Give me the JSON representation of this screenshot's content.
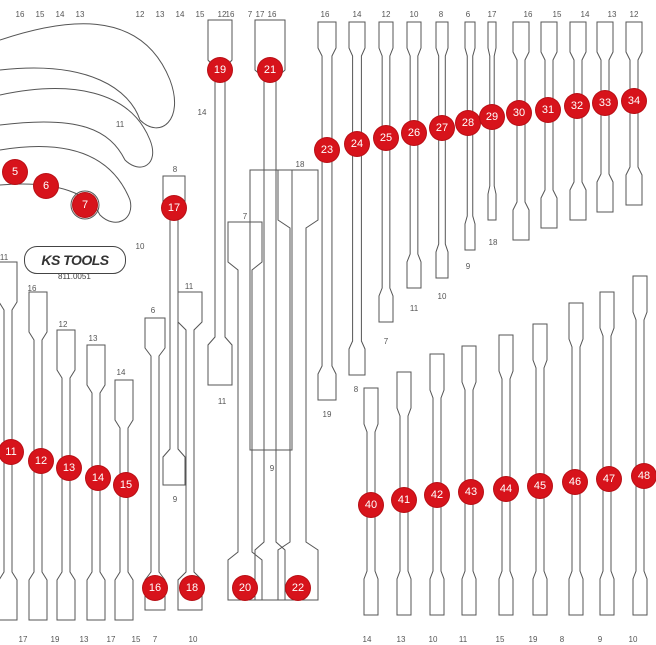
{
  "logo_text": "KS TOOLS",
  "part_number": "811.0051",
  "colors": {
    "badge": "#d7131b",
    "outline": "#555555"
  },
  "positions": [
    {
      "n": "5",
      "size": ""
    },
    {
      "n": "6",
      "size": ""
    },
    {
      "n": "7",
      "size": ""
    },
    {
      "n": "11",
      "size": "17"
    },
    {
      "n": "12",
      "size": "19"
    },
    {
      "n": "13",
      "size": "18"
    },
    {
      "n": "14",
      "size": "14"
    },
    {
      "n": "15",
      "size": "13"
    },
    {
      "n": "16",
      "size": "7"
    },
    {
      "n": "17",
      "size": "8"
    },
    {
      "n": "18",
      "size": "11"
    },
    {
      "n": "19",
      "size": "12"
    },
    {
      "n": "20",
      "size": "15"
    },
    {
      "n": "21",
      "size": "16"
    },
    {
      "n": "22",
      "size": "19"
    },
    {
      "n": "23",
      "size": "18"
    },
    {
      "n": "24",
      "size": "16"
    },
    {
      "n": "25",
      "size": "14"
    },
    {
      "n": "26",
      "size": "12"
    },
    {
      "n": "27",
      "size": "10"
    },
    {
      "n": "28",
      "size": "8"
    },
    {
      "n": "29",
      "size": "6"
    },
    {
      "n": "30",
      "size": "17"
    },
    {
      "n": "31",
      "size": "16"
    },
    {
      "n": "32",
      "size": "15"
    },
    {
      "n": "33",
      "size": "14"
    },
    {
      "n": "34",
      "size": "13"
    },
    {
      "n": "40",
      "size": "8"
    },
    {
      "n": "41",
      "size": "9"
    },
    {
      "n": "42",
      "size": "10"
    },
    {
      "n": "43",
      "size": "11"
    },
    {
      "n": "44",
      "size": "12"
    },
    {
      "n": "45",
      "size": "13"
    },
    {
      "n": "46",
      "size": "14"
    },
    {
      "n": "47",
      "size": "15"
    },
    {
      "n": "48",
      "size": "16"
    }
  ],
  "size_labels": [
    "14",
    "11",
    "10",
    "8",
    "9",
    "6",
    "7",
    "11",
    "10",
    "16",
    "12",
    "13",
    "14",
    "15",
    "17",
    "19",
    "13",
    "17",
    "11",
    "9",
    "7",
    "12",
    "16",
    "18",
    "16",
    "14",
    "12",
    "10",
    "8",
    "6",
    "17",
    "16",
    "15",
    "14",
    "13",
    "12",
    "11",
    "10",
    "9",
    "8",
    "7",
    "19",
    "18",
    "14",
    "13",
    "10",
    "11",
    "15",
    "19",
    "8",
    "9",
    "10",
    "11",
    "12",
    "13",
    "14",
    "15",
    "16",
    "7",
    "17",
    "16",
    "15",
    "14",
    "13"
  ]
}
